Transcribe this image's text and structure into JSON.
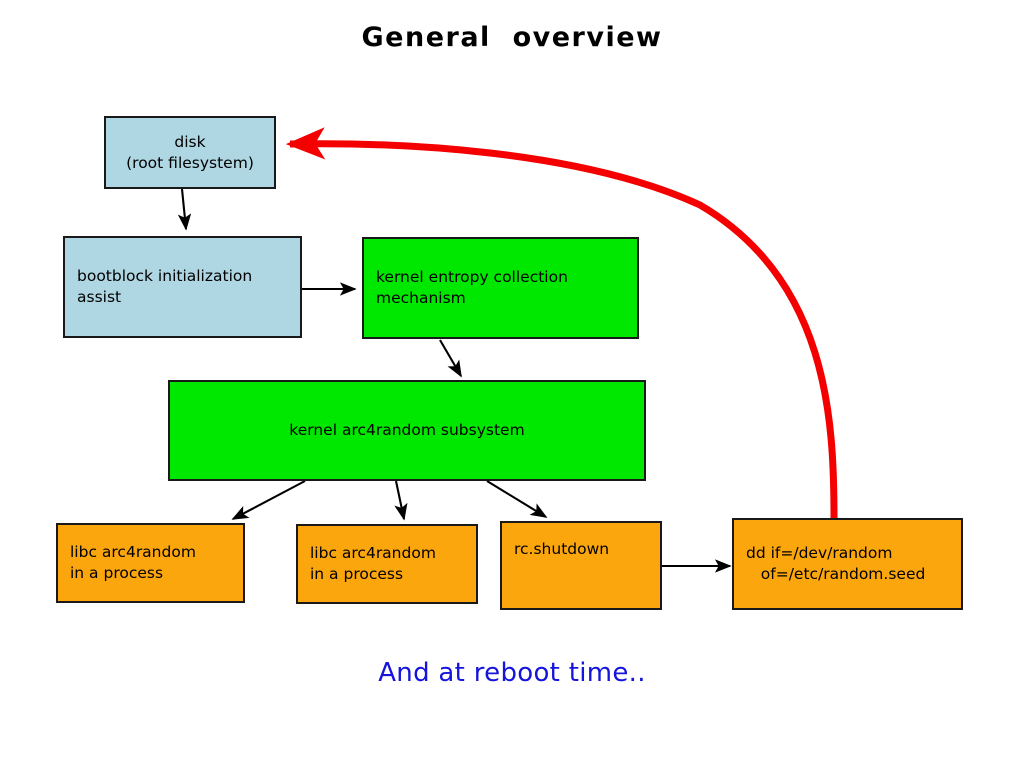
{
  "page": {
    "title": "General  overview",
    "caption": "And at reboot time..",
    "background": "#ffffff",
    "title_color": "#000000",
    "caption_color": "#1414dc"
  },
  "palette": {
    "blue_fill": "#afd7e3",
    "green_fill": "#00e800",
    "orange_fill": "#fca60e",
    "border": "#191919",
    "arrow_black": "#000000",
    "arrow_red": "#f40000"
  },
  "nodes": [
    {
      "id": "disk",
      "label": "disk\n(root filesystem)",
      "color": "blue"
    },
    {
      "id": "bootblock",
      "label": "bootblock initialization\nassist",
      "color": "blue"
    },
    {
      "id": "entropy",
      "label": "kernel entropy collection\nmechanism",
      "color": "green"
    },
    {
      "id": "arc4random",
      "label": "kernel arc4random subsystem",
      "color": "green"
    },
    {
      "id": "libc1",
      "label": "libc arc4random\nin a process",
      "color": "orange"
    },
    {
      "id": "libc2",
      "label": "libc arc4random\nin a process",
      "color": "orange"
    },
    {
      "id": "rcshutdown",
      "label": "rc.shutdown",
      "color": "orange"
    },
    {
      "id": "ddseed",
      "label": "dd if=/dev/random\n   of=/etc/random.seed",
      "color": "orange"
    }
  ],
  "edges": [
    {
      "id": "disk-to-bootblock",
      "from": "disk",
      "to": "bootblock",
      "style": "black"
    },
    {
      "id": "bootblock-to-entropy",
      "from": "bootblock",
      "to": "entropy",
      "style": "black"
    },
    {
      "id": "entropy-to-arc4random",
      "from": "entropy",
      "to": "arc4random",
      "style": "black"
    },
    {
      "id": "arc4random-to-libc1",
      "from": "arc4random",
      "to": "libc1",
      "style": "black"
    },
    {
      "id": "arc4random-to-libc2",
      "from": "arc4random",
      "to": "libc2",
      "style": "black"
    },
    {
      "id": "arc4random-to-rcshutdown",
      "from": "arc4random",
      "to": "rcshutdown",
      "style": "black"
    },
    {
      "id": "rcshutdown-to-ddseed",
      "from": "rcshutdown",
      "to": "ddseed",
      "style": "black"
    },
    {
      "id": "ddseed-to-disk",
      "from": "ddseed",
      "to": "disk",
      "style": "red-curved"
    }
  ]
}
